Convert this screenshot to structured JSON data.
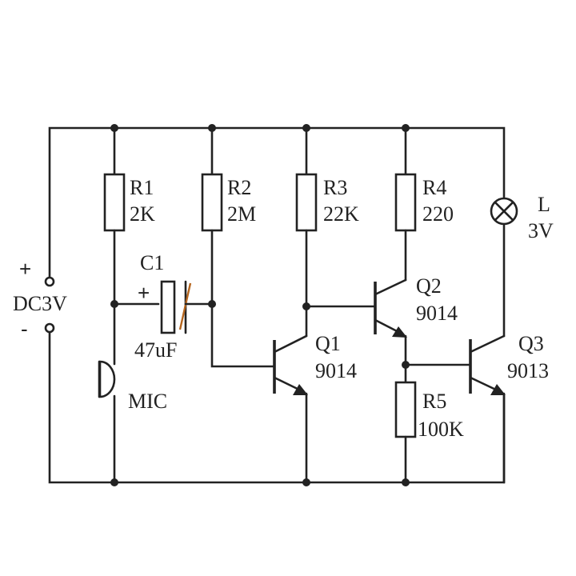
{
  "supply": {
    "plus": "+",
    "label": "DC3V",
    "minus": "-"
  },
  "r1": {
    "ref": "R1",
    "value": "2K"
  },
  "r2": {
    "ref": "R2",
    "value": "2M"
  },
  "r3": {
    "ref": "R3",
    "value": "22K"
  },
  "r4": {
    "ref": "R4",
    "value": "220"
  },
  "r5": {
    "ref": "R5",
    "value": "100K"
  },
  "c1": {
    "ref": "C1",
    "plus": "+",
    "value": "47uF"
  },
  "mic": {
    "label": "MIC"
  },
  "q1": {
    "ref": "Q1",
    "part": "9014"
  },
  "q2": {
    "ref": "Q2",
    "part": "9014"
  },
  "q3": {
    "ref": "Q3",
    "part": "9013"
  },
  "lamp": {
    "ref": "L",
    "value": "3V"
  },
  "colors": {
    "ink": "#222222",
    "cap_accent": "#b5651d",
    "background": "#ffffff"
  }
}
